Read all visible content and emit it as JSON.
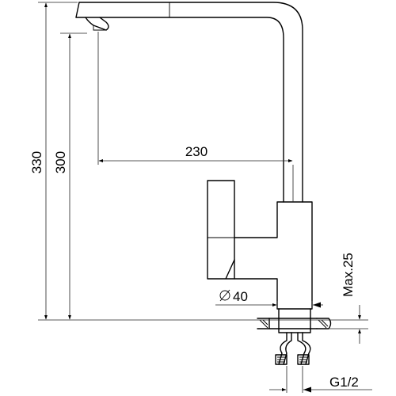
{
  "dimensions": {
    "total_height": "330",
    "spout_height": "300",
    "spout_reach": "230",
    "hole_diameter": "40",
    "diameter_symbol": "⌀",
    "max_thickness": "Max.25",
    "connection_thread": "G1/2"
  }
}
